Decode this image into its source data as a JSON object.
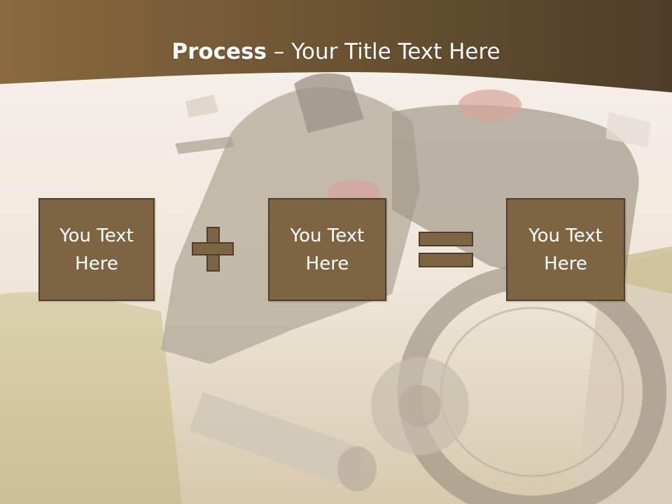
{
  "slide": {
    "title_bold": "Process",
    "title_rest": " – Your Title Text Here",
    "boxes": [
      {
        "text": "You Text Here"
      },
      {
        "text": "You Text Here"
      },
      {
        "text": "You Text Here"
      }
    ],
    "operators": [
      "plus",
      "equals"
    ]
  },
  "colors": {
    "band": "#5e4a30",
    "box_fill": "#7d6544",
    "box_border": "#4f3f2a",
    "text": "#ffffff",
    "background_tint": "#efe9df"
  }
}
